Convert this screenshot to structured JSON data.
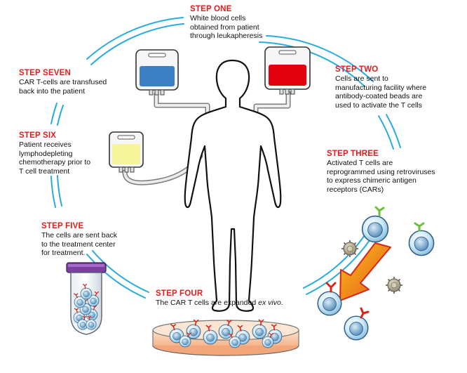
{
  "steps": {
    "one": {
      "title": "STEP ONE",
      "lines": [
        "White blood cells",
        "obtained from patient",
        "through leukapheresis"
      ]
    },
    "two": {
      "title": "STEP TWO",
      "lines": [
        "Cells are sent to",
        "manufacturing facility where",
        "antibody-coated beads are",
        "used to activate the T cells"
      ]
    },
    "three": {
      "title": "STEP THREE",
      "lines": [
        "Activated T cells are",
        "reprogrammed using retroviruses",
        "to express chimeric antigen",
        "receptors (CARs)"
      ]
    },
    "four": {
      "title": "STEP FOUR",
      "text": "The CAR T cells are expanded ",
      "italic": "ex vivo",
      "end": "."
    },
    "five": {
      "title": "STEP FIVE",
      "lines": [
        "The cells are sent back",
        "to the treatment center",
        "for treatment."
      ]
    },
    "six": {
      "title": "STEP SIX",
      "lines": [
        "Patient receives",
        "lymphodepleting",
        "chemotherapy prior to",
        "T cell treatment"
      ]
    },
    "seven": {
      "title": "STEP SEVEN",
      "lines": [
        "CAR T-cells are transfused",
        "back into the patient"
      ]
    }
  },
  "colors": {
    "cycle_arc": "#29abe2",
    "step_title": "#e21b1b",
    "blood_bag_fluid": "#e3000f",
    "cell_bag_fluid": "#3b7fc4",
    "chemo_bag_fluid": "#f6f49a",
    "arrow_fill": "#f39c12",
    "arrow_edge": "#d7261b",
    "receptor": "#e21b1b",
    "cell_body": "#bfe3f7",
    "tube_cap": "#7b3fa0",
    "dish_media": "#f7c9a7"
  },
  "icons": [
    "human-silhouette-icon",
    "blood-bag-icon",
    "t-cell-bag-icon",
    "chemo-bag-icon",
    "t-cell-icon",
    "car-t-cell-icon",
    "retrovirus-icon",
    "direction-arrow-icon",
    "test-tube-icon",
    "petri-dish-icon"
  ]
}
